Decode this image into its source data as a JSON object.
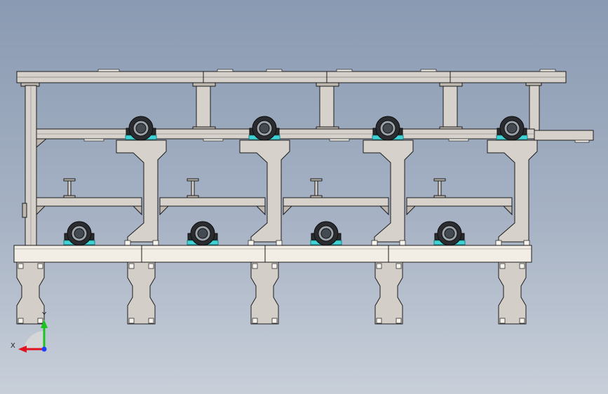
{
  "viewport": {
    "background_top": "#8a9ab2",
    "background_bottom": "#c8cfd9"
  },
  "colors": {
    "steel": "#d6d1cb",
    "bearing_housing": "#2a2c30",
    "bearing_seat": "#3fd3d6",
    "axis_x": "#e0141e",
    "axis_y": "#19c51e",
    "axis_z": "#1f3cff"
  },
  "model": {
    "upper_bearing_count": 4,
    "lower_bearing_count": 4,
    "support_foot_count": 5,
    "c_frame_count": 4
  },
  "triad": {
    "x_label": "X",
    "y_label": "Y",
    "icons": [
      "triad-x-arrow-icon",
      "triad-y-arrow-icon",
      "triad-origin-icon"
    ]
  }
}
